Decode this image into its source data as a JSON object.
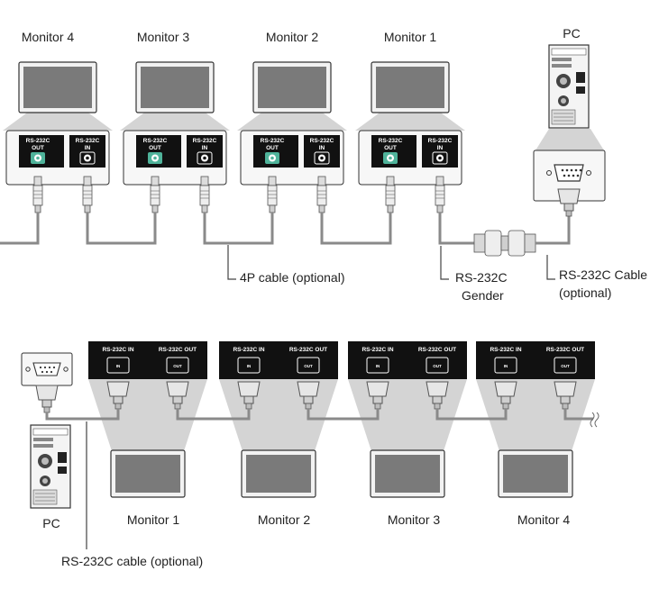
{
  "top": {
    "monitors": [
      {
        "label": "Monitor 4",
        "out_label": "RS-232C",
        "out_sub": "OUT",
        "in_label": "RS-232C",
        "in_sub": "IN"
      },
      {
        "label": "Monitor 3",
        "out_label": "RS-232C",
        "out_sub": "OUT",
        "in_label": "RS-232C",
        "in_sub": "IN"
      },
      {
        "label": "Monitor 2",
        "out_label": "RS-232C",
        "out_sub": "OUT",
        "in_label": "RS-232C",
        "in_sub": "IN"
      },
      {
        "label": "Monitor 1",
        "out_label": "RS-232C",
        "out_sub": "OUT",
        "in_label": "RS-232C",
        "in_sub": "IN"
      }
    ],
    "pc_label": "PC",
    "cable_4p_label": "4P cable (optional)",
    "gender_line1": "RS-232C",
    "gender_line2": "Gender",
    "rs232_cable_line1": "RS-232C Cable",
    "rs232_cable_line2": "(optional)"
  },
  "bottom": {
    "monitors": [
      {
        "label": "Monitor 1",
        "in_label": "RS-232C IN",
        "in_pin": "IN",
        "out_label": "RS-232C OUT",
        "out_pin": "OUT"
      },
      {
        "label": "Monitor 2",
        "in_label": "RS-232C IN",
        "in_pin": "IN",
        "out_label": "RS-232C OUT",
        "out_pin": "OUT"
      },
      {
        "label": "Monitor 3",
        "in_label": "RS-232C IN",
        "in_pin": "IN",
        "out_label": "RS-232C OUT",
        "out_pin": "OUT"
      },
      {
        "label": "Monitor 4",
        "in_label": "RS-232C IN",
        "in_pin": "IN",
        "out_label": "RS-232C OUT",
        "out_pin": "OUT"
      }
    ],
    "pc_label": "PC",
    "cable_label": "RS-232C cable (optional)"
  },
  "colors": {
    "panel": "#111111",
    "screen": "#7a7a7a",
    "frame": "#f2f2f2",
    "beam": "#d4d4d4",
    "cable": "#8a8a8a",
    "jack_green": "#4fb39a",
    "line": "#444444"
  }
}
